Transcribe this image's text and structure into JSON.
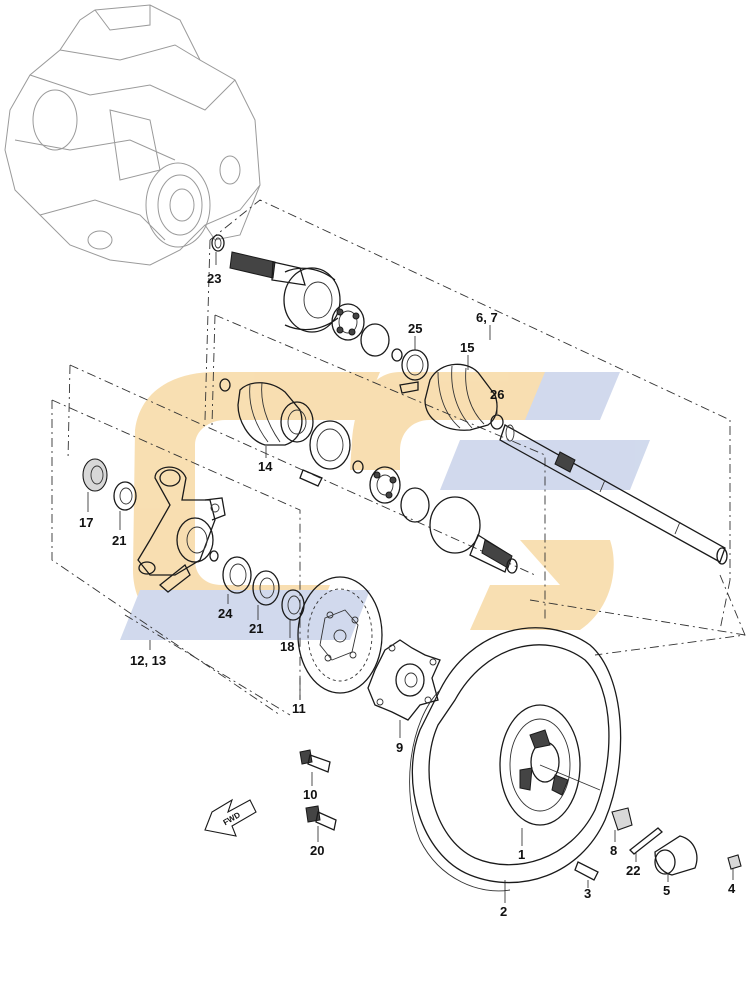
{
  "diagram": {
    "callouts": {
      "c1": "1",
      "c2": "2",
      "c3": "3",
      "c4": "4",
      "c5": "5",
      "c6_7": "6, 7",
      "c8": "8",
      "c9": "9",
      "c10": "10",
      "c11": "11",
      "c12_13": "12, 13",
      "c14": "14",
      "c15": "15",
      "c17": "17",
      "c18": "18",
      "c20": "20",
      "c21a": "21",
      "c21b": "21",
      "c22": "22",
      "c23": "23",
      "c24": "24",
      "c25": "25",
      "c26": "26"
    },
    "fwd_label": "FWD",
    "watermark": "SC",
    "watermark_colors": {
      "orange": "#f7d9a4",
      "blue": "#c9d3ea"
    }
  }
}
